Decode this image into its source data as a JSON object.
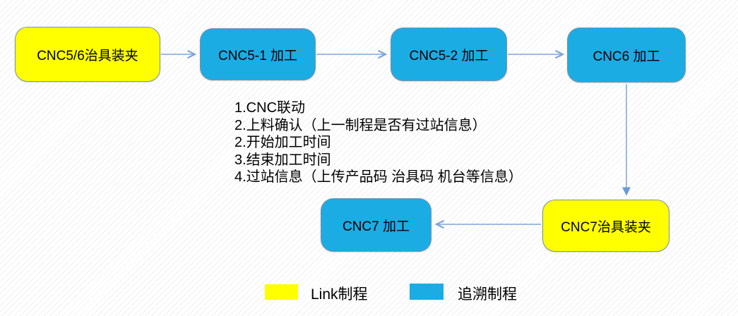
{
  "diagram": {
    "nodes": [
      {
        "label": "CNC5/6治具装夹",
        "type": "link"
      },
      {
        "label": "CNC5-1 加工",
        "type": "trace"
      },
      {
        "label": "CNC5-2 加工",
        "type": "trace"
      },
      {
        "label": "CNC6 加工",
        "type": "trace"
      },
      {
        "label": "CNC7治具装夹",
        "type": "link"
      },
      {
        "label": "CNC7 加工",
        "type": "trace"
      }
    ],
    "edges": [
      {
        "from": "CNC5/6治具装夹",
        "to": "CNC5-1 加工",
        "direction": "right"
      },
      {
        "from": "CNC5-1 加工",
        "to": "CNC5-2 加工",
        "direction": "right"
      },
      {
        "from": "CNC5-2 加工",
        "to": "CNC6 加工",
        "direction": "right"
      },
      {
        "from": "CNC6 加工",
        "to": "CNC7治具装夹",
        "direction": "down"
      },
      {
        "from": "CNC7治具装夹",
        "to": "CNC7 加工",
        "direction": "left"
      }
    ]
  },
  "notes": {
    "lines": [
      "1.CNC联动",
      "2.上料确认（上一制程是否有过站信息）",
      "2.开始加工时间",
      "3.结束加工时间",
      "4.过站信息（上传产品码 治具码 机台等信息）"
    ]
  },
  "legend": {
    "items": [
      {
        "label": "Link制程",
        "color": "#FFFF00"
      },
      {
        "label": "追溯制程",
        "color": "#1BACE4"
      }
    ]
  },
  "colors": {
    "link_fill": "#FFFF00",
    "trace_fill": "#1BACE4",
    "node_border": "#7A92AB",
    "arrow": "#7DA5D8",
    "text": "#000000",
    "background": "#FFFFFF",
    "hatch_line": "#F0F0F0"
  }
}
